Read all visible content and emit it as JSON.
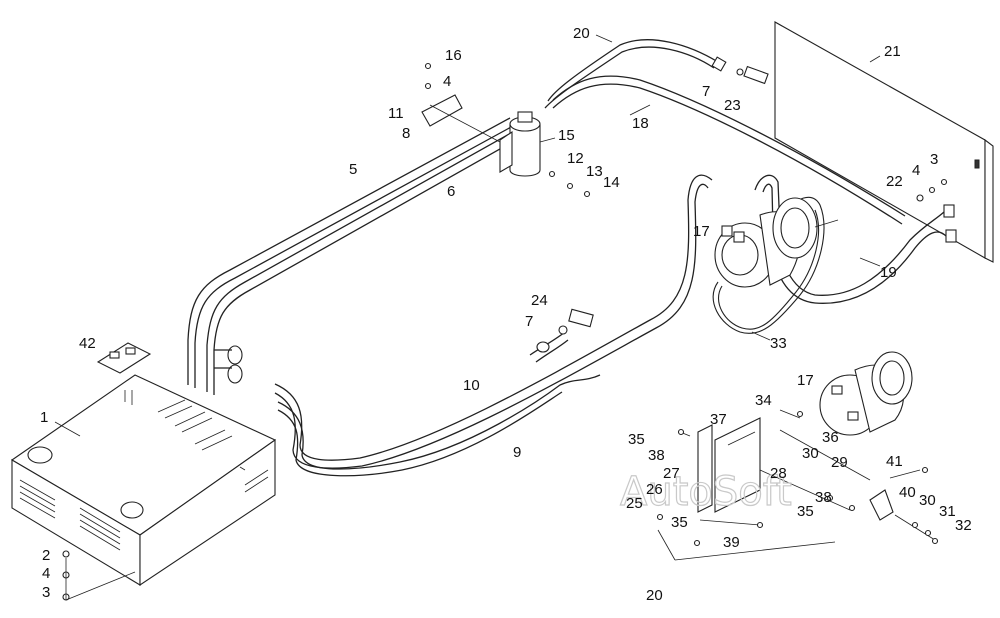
{
  "watermark": "AutoSoft",
  "parts": [
    {
      "id": "p1",
      "text": "1"
    },
    {
      "id": "p2",
      "text": "2"
    },
    {
      "id": "p3a",
      "text": "3"
    },
    {
      "id": "p3b",
      "text": "3"
    },
    {
      "id": "p4a",
      "text": "4"
    },
    {
      "id": "p4b",
      "text": "4"
    },
    {
      "id": "p4c",
      "text": "4"
    },
    {
      "id": "p5",
      "text": "5"
    },
    {
      "id": "p6",
      "text": "6"
    },
    {
      "id": "p7a",
      "text": "7"
    },
    {
      "id": "p7b",
      "text": "7"
    },
    {
      "id": "p8",
      "text": "8"
    },
    {
      "id": "p9",
      "text": "9"
    },
    {
      "id": "p10",
      "text": "10"
    },
    {
      "id": "p11",
      "text": "11"
    },
    {
      "id": "p12",
      "text": "12"
    },
    {
      "id": "p13",
      "text": "13"
    },
    {
      "id": "p14",
      "text": "14"
    },
    {
      "id": "p15",
      "text": "15"
    },
    {
      "id": "p16",
      "text": "16"
    },
    {
      "id": "p17a",
      "text": "17"
    },
    {
      "id": "p17b",
      "text": "17"
    },
    {
      "id": "p18",
      "text": "18"
    },
    {
      "id": "p19",
      "text": "19"
    },
    {
      "id": "p20a",
      "text": "20"
    },
    {
      "id": "p20b",
      "text": "20"
    },
    {
      "id": "p21",
      "text": "21"
    },
    {
      "id": "p22",
      "text": "22"
    },
    {
      "id": "p23",
      "text": "23"
    },
    {
      "id": "p24",
      "text": "24"
    },
    {
      "id": "p25",
      "text": "25"
    },
    {
      "id": "p26",
      "text": "26"
    },
    {
      "id": "p27",
      "text": "27"
    },
    {
      "id": "p28",
      "text": "28"
    },
    {
      "id": "p29",
      "text": "29"
    },
    {
      "id": "p30a",
      "text": "30"
    },
    {
      "id": "p30b",
      "text": "30"
    },
    {
      "id": "p31",
      "text": "31"
    },
    {
      "id": "p32",
      "text": "32"
    },
    {
      "id": "p33",
      "text": "33"
    },
    {
      "id": "p34",
      "text": "34"
    },
    {
      "id": "p35a",
      "text": "35"
    },
    {
      "id": "p35b",
      "text": "35"
    },
    {
      "id": "p35c",
      "text": "35"
    },
    {
      "id": "p36",
      "text": "36"
    },
    {
      "id": "p37",
      "text": "37"
    },
    {
      "id": "p38a",
      "text": "38"
    },
    {
      "id": "p38b",
      "text": "38"
    },
    {
      "id": "p39",
      "text": "39"
    },
    {
      "id": "p40",
      "text": "40"
    },
    {
      "id": "p41",
      "text": "41"
    },
    {
      "id": "p42",
      "text": "42"
    }
  ]
}
